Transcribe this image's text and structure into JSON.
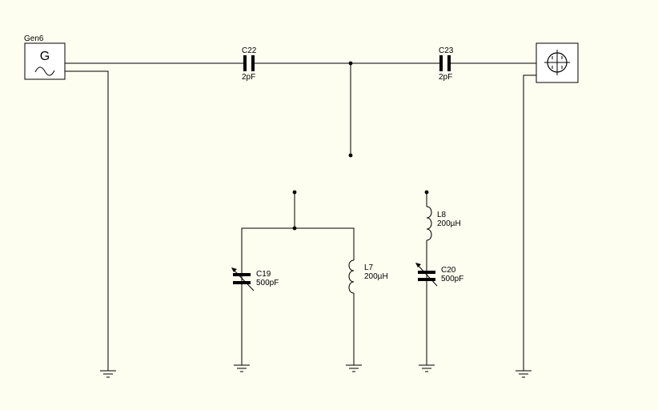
{
  "generator": {
    "label": "Gen6",
    "symbol": "G"
  },
  "components": {
    "c22": {
      "name": "C22",
      "value": "2pF"
    },
    "c23": {
      "name": "C23",
      "value": "2pF"
    },
    "c19": {
      "name": "C19",
      "value": "500pF"
    },
    "l7": {
      "name": "L7",
      "value": "200µH"
    },
    "l8": {
      "name": "L8",
      "value": "200µH"
    },
    "c20": {
      "name": "C20",
      "value": "500pF"
    }
  },
  "colors": {
    "background": "#fdfdf0",
    "line": "#000000"
  }
}
